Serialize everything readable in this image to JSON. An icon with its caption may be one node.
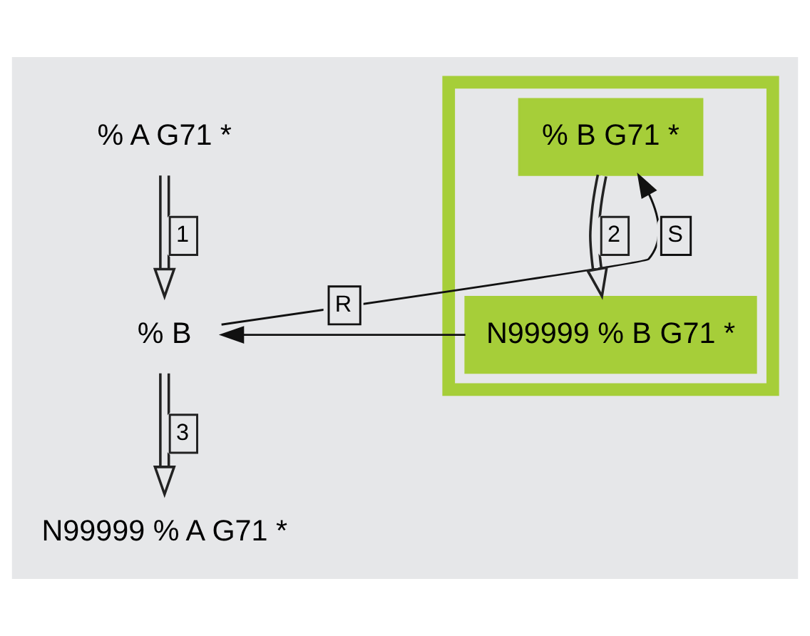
{
  "diagram": {
    "nodes": [
      {
        "text": [
          "% A G71 *"
        ]
      },
      {
        "text": [
          "% B"
        ]
      },
      {
        "text": [
          "N99999 % A G71 *"
        ]
      },
      {
        "text": [],
        "shape": "box"
      },
      {
        "text": [
          "% B G71 *"
        ],
        "in": 3
      },
      {
        "text": [
          "N99999 % B G71 *"
        ],
        "in": 3
      }
    ],
    "edges": [
      {
        "from": 0,
        "to": 1,
        "arrow": "to",
        "label": "1"
      },
      {
        "from": 1,
        "to": 2,
        "arrow": "to",
        "label": "3"
      },
      {
        "from": 1,
        "to": 4,
        "arrow": "to",
        "label": "S"
      },
      {
        "from": 4,
        "to": 5,
        "arrow": "to",
        "label": "2"
      },
      {
        "from": 5,
        "to": 1,
        "arrow": "to",
        "label": "R"
      }
    ]
  }
}
